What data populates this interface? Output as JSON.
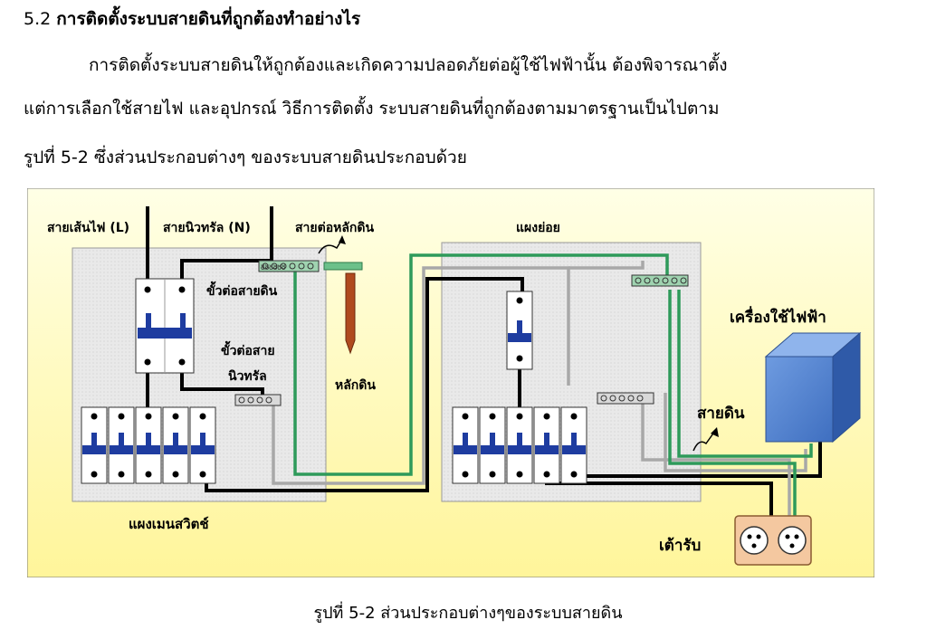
{
  "section": {
    "number": "5.2",
    "title": "การติดตั้งระบบสายดินที่ถูกต้องทำอย่างไร"
  },
  "paragraph": {
    "line1": "การติดตั้งระบบสายดินให้ถูกต้องและเกิดความปลอดภัยต่อผู้ใช้ไฟฟ้านั้น    ต้องพิจารณาตั้ง",
    "line2": "แต่การเลือกใช้สายไฟ  และอุปกรณ์  วิธีการติดตั้ง  ระบบสายดินที่ถูกต้องตามมาตรฐานเป็นไปตาม",
    "line3": "รูปที่ 5-2 ซึ่งส่วนประกอบต่างๆ ของระบบสายดินประกอบด้วย"
  },
  "diagram": {
    "labels": {
      "live_wire": "สายเส้นไฟ (L)",
      "neutral_wire": "สายนิวทรัล (N)",
      "ground_rod_wire": "สายต่อหลักดิน",
      "ground_terminal": "ขั้วต่อสายดิน",
      "neutral_terminal_1": "ขั้วต่อสาย",
      "neutral_terminal_2": "นิวทรัล",
      "ground_rod": "หลักดิน",
      "sub_panel": "แผงย่อย",
      "appliance": "เครื่องใช้ไฟฟ้า",
      "ground_wire": "สายดิน",
      "main_panel": "แผงเมนสวิตช์",
      "outlet": "เต้ารับ"
    },
    "colors": {
      "background": "#ffffc0",
      "panel": "#e6e6e6",
      "breaker_handle": "#1e3ca0",
      "ground_wire": "#2e9a5a",
      "neutral_wire": "#a8a8a8",
      "live_wire": "#000000",
      "ground_rod": "#b04a1e",
      "appliance": "#4a7fd0",
      "outlet": "#f4c8a0"
    }
  },
  "caption": "รูปที่ 5-2 ส่วนประกอบต่างๆของระบบสายดิน"
}
